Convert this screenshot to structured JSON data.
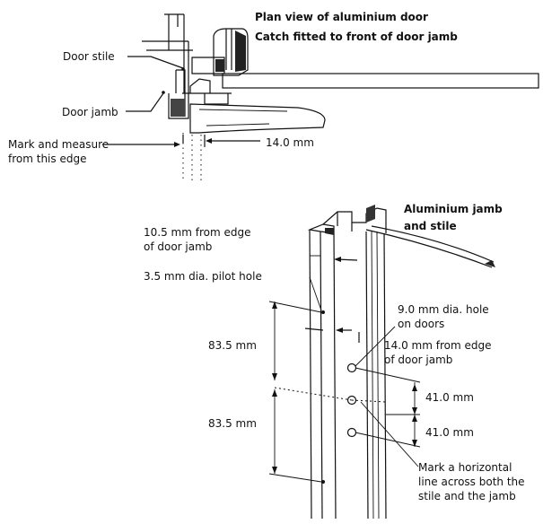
{
  "top": {
    "title_line1": "Plan view of aluminium door",
    "title_line2": "Catch fitted to front of door jamb",
    "label_stile": "Door stile",
    "label_jamb": "Door jamb",
    "label_mark_line1": "Mark and measure",
    "label_mark_line2": "from this edge",
    "dim_catch": "14.0 mm"
  },
  "bottom": {
    "title_line1": "Aluminium jamb",
    "title_line2": "and stile",
    "label_edge1_line1": "10.5 mm from edge",
    "label_edge1_line2": "of door jamb",
    "label_pilot": "3.5 mm dia. pilot hole",
    "label_hole_line1": "9.0 mm dia. hole",
    "label_hole_line2": "on doors",
    "label_edge2_line1": "14.0 mm from edge",
    "label_edge2_line2": "of door jamb",
    "dim_upper": "83.5 mm",
    "dim_lower": "83.5 mm",
    "dim_gap1": "41.0 mm",
    "dim_gap2": "41.0 mm",
    "label_line_line1": "Mark a horizontal",
    "label_line_line2": "line across both the",
    "label_line_line3": "stile and the jamb"
  }
}
